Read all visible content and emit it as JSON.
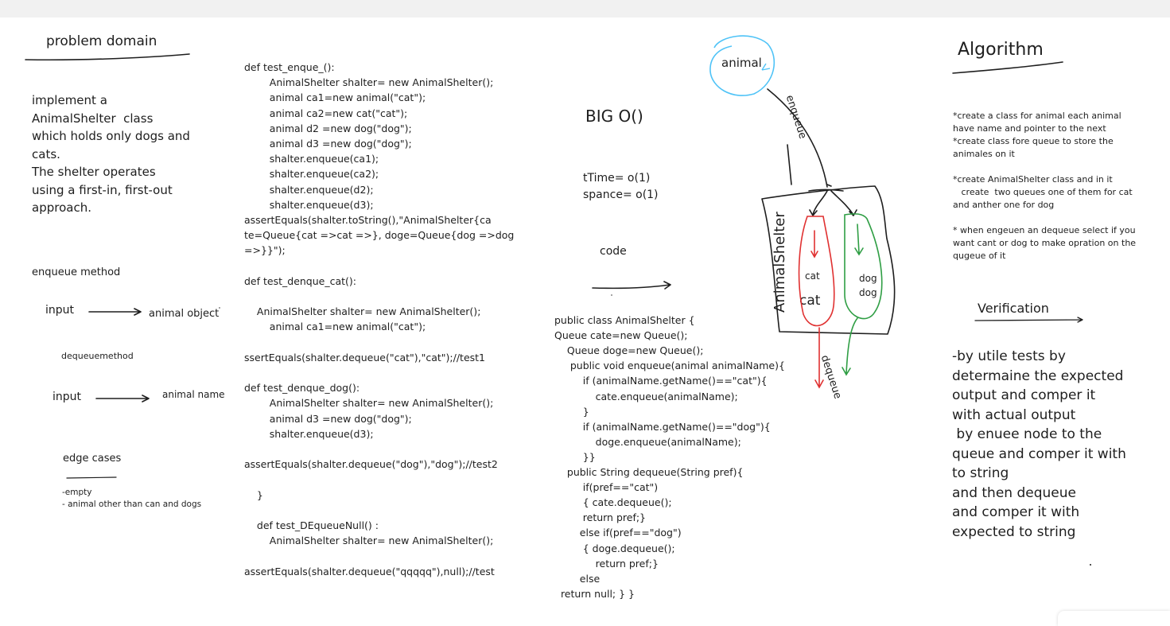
{
  "problem": {
    "title": "problem domain",
    "description": [
      "implement a",
      "AnimalShelter  class",
      "which holds only dogs and",
      "cats.",
      "The shelter operates",
      "using a first-in, first-out",
      "approach."
    ],
    "enqueue_label": "enqueue method",
    "enqueue_input": "input",
    "enqueue_output": "animal object",
    "dequeue_label": "dequeuemethod",
    "dequeue_input": "input",
    "dequeue_output": "animal name",
    "edge_title": "edge cases",
    "edge_items": [
      "-empty",
      "- animal other than can and dogs"
    ]
  },
  "tests": {
    "lines": [
      "def test_enque_():",
      "        AnimalShelter shalter= new AnimalShelter();",
      "        animal ca1=new animal(\"cat\");",
      "        animal ca2=new cat(\"cat\");",
      "        animal d2 =new dog(\"dog\");",
      "        animal d3 =new dog(\"dog\");",
      "        shalter.enqueue(ca1);",
      "        shalter.enqueue(ca2);",
      "        shalter.enqueue(d2);",
      "        shalter.enqueue(d3);",
      "assertEquals(shalter.toString(),\"AnimalShelter{ca",
      "te=Queue{cat =>cat =>}, doge=Queue{dog =>dog",
      "=>}}\");",
      "",
      "def test_denque_cat():",
      "",
      "    AnimalShelter shalter= new AnimalShelter();",
      "        animal ca1=new animal(\"cat\");",
      "",
      "ssertEquals(shalter.dequeue(\"cat\"),\"cat\");//test1",
      "",
      "def test_denque_dog():",
      "        AnimalShelter shalter= new AnimalShelter();",
      "        animal d3 =new dog(\"dog\");",
      "        shalter.enqueue(d3);",
      "",
      "assertEquals(shalter.dequeue(\"dog\"),\"dog\");//test2",
      "",
      "    }",
      "",
      "    def test_DEqueueNull() :",
      "        AnimalShelter shalter= new AnimalShelter();",
      "",
      "assertEquals(shalter.dequeue(\"qqqqq\"),null);//test"
    ]
  },
  "bigo": {
    "title": "BIG O()",
    "time": "tTime= o(1)",
    "space": "spance= o(1)",
    "code_label": "code"
  },
  "code": {
    "lines": [
      "public class AnimalShelter {",
      "Queue cate=new Queue();",
      "    Queue doge=new Queue();",
      "     public void enqueue(animal animalName){",
      "         if (animalName.getName()==\"cat\"){",
      "             cate.enqueue(animalName);",
      "         }",
      "         if (animalName.getName()==\"dog\"){",
      "             doge.enqueue(animalName);",
      "         }}",
      "    public String dequeue(String pref){",
      "         if(pref==\"cat\")",
      "         { cate.dequeue();",
      "         return pref;}",
      "        else if(pref==\"dog\")",
      "         { doge.dequeue();",
      "             return pref;}",
      "        else",
      "  return null; } }"
    ]
  },
  "diagram": {
    "animal_label": "animal",
    "enqueue_label": "enqueue",
    "shelter_label": "AnimalShelter",
    "cat_small": "cat",
    "cat_big": "cat",
    "dog_1": "dog",
    "dog_2": "dog",
    "dequeue_label": "dequeue",
    "colors": {
      "animal_circle": "#4fc3f7",
      "cat_queue": "#e03131",
      "dog_queue": "#2f9e44",
      "ink": "#1e1e1e"
    }
  },
  "algorithm": {
    "title": "Algorithm",
    "steps": [
      "*create a class for animal each animal",
      "have name and pointer to the next",
      "*create class fore queue to store the",
      "animales on it",
      "",
      "*create AnimalShelter class and in it",
      "   create  two queues one of them for cat",
      "and anther one for dog",
      "",
      "* when engeuen an dequeue select if you",
      "want cant or dog to make opration on the",
      "qugeue of it"
    ],
    "verification_title": "Verification",
    "verification_lines": [
      "-by utile tests by",
      "determaine the expected",
      "output and comper it",
      "with actual output",
      " by enuee node to the",
      "queue and comper it with",
      "to string",
      "and then dequeue",
      "and comper it with",
      "expected to string"
    ]
  }
}
